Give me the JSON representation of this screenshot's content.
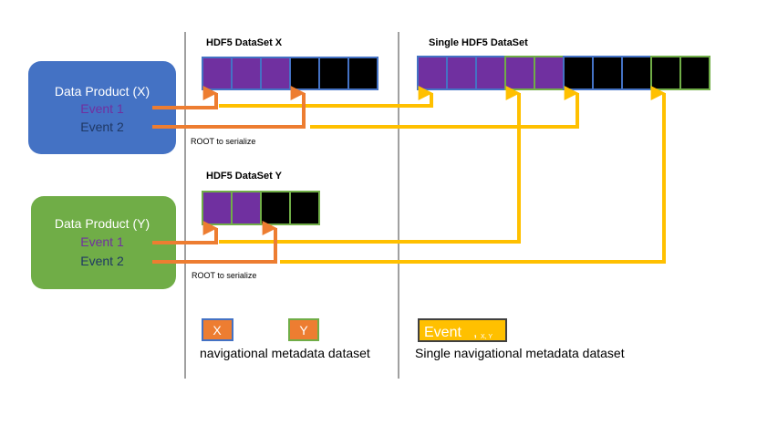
{
  "dataset_x": {
    "title": "HDF5 DataSet X"
  },
  "dataset_y": {
    "title": "HDF5 DataSet Y"
  },
  "single_dataset": {
    "title": "Single HDF5 DataSet"
  },
  "product_x": {
    "title": "Data Product (X)",
    "event1": "Event 1",
    "event2": "Event 2"
  },
  "product_y": {
    "title": "Data Product (Y)",
    "event1": "Event 1",
    "event2": "Event 2"
  },
  "serialize_x": "ROOT to serialize",
  "serialize_y": "ROOT to serialize",
  "legend": {
    "x_box": "X",
    "y_box": "Y",
    "event_main": "Event",
    "event_sub": "X, Y",
    "nav_label": "navigational metadata dataset",
    "single_nav_label": "Single navigational metadata dataset"
  },
  "colors": {
    "blue_box": "#4472c4",
    "green_box": "#70ad47",
    "purple_cell": "#7030a0",
    "black_cell": "#000000",
    "orange_arrow": "#ed7d31",
    "yellow_arrow": "#ffc000",
    "event1_text": "#7030a0",
    "event2_text": "#1f3864"
  }
}
